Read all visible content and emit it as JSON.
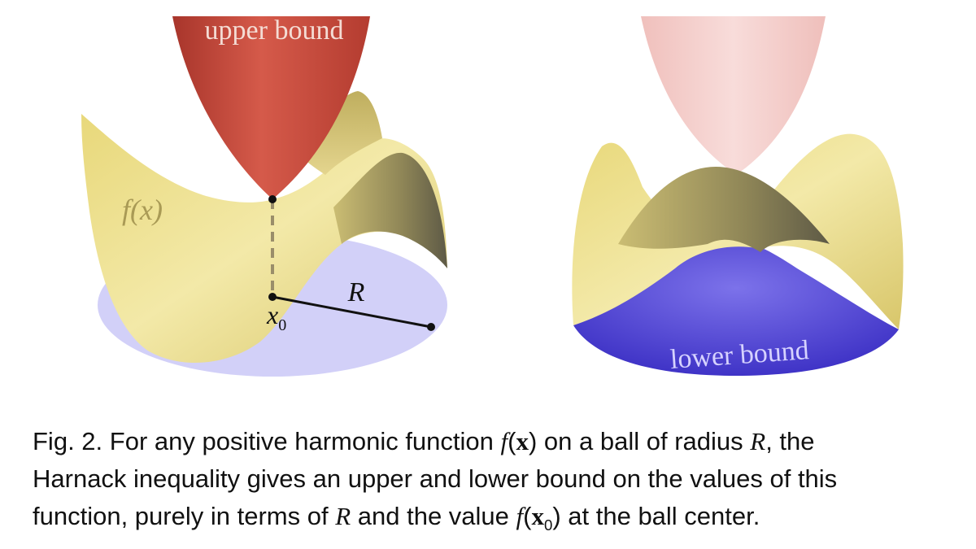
{
  "figure": {
    "left_panel": {
      "upper_bound_label": "upper bound",
      "function_label": "f(x)",
      "center_label": "x",
      "center_subscript": "0",
      "radius_label": "R"
    },
    "right_panel": {
      "lower_bound_label": "lower bound"
    },
    "colors": {
      "upper_bound": "#c9473a",
      "upper_bound_faded": "#f2c9c6",
      "surface": "#e9dc86",
      "lower_bound": "#4c40d6",
      "disk": "#c8c6f7"
    }
  },
  "caption": {
    "label": "Fig. 2.",
    "l1_a": "For any positive harmonic function",
    "l1_f": "f",
    "l1_x": "x",
    "l1_b": "on a ball of radius",
    "l1_R": "R",
    "l1_c": ", the",
    "l2": "Harnack inequality gives an upper and lower bound on the values of this",
    "l3_a": "function, purely in terms of",
    "l3_R": "R",
    "l3_b": "and the value",
    "l3_f": "f",
    "l3_x": "x",
    "l3_sub": "0",
    "l3_c": "at the ball center."
  }
}
